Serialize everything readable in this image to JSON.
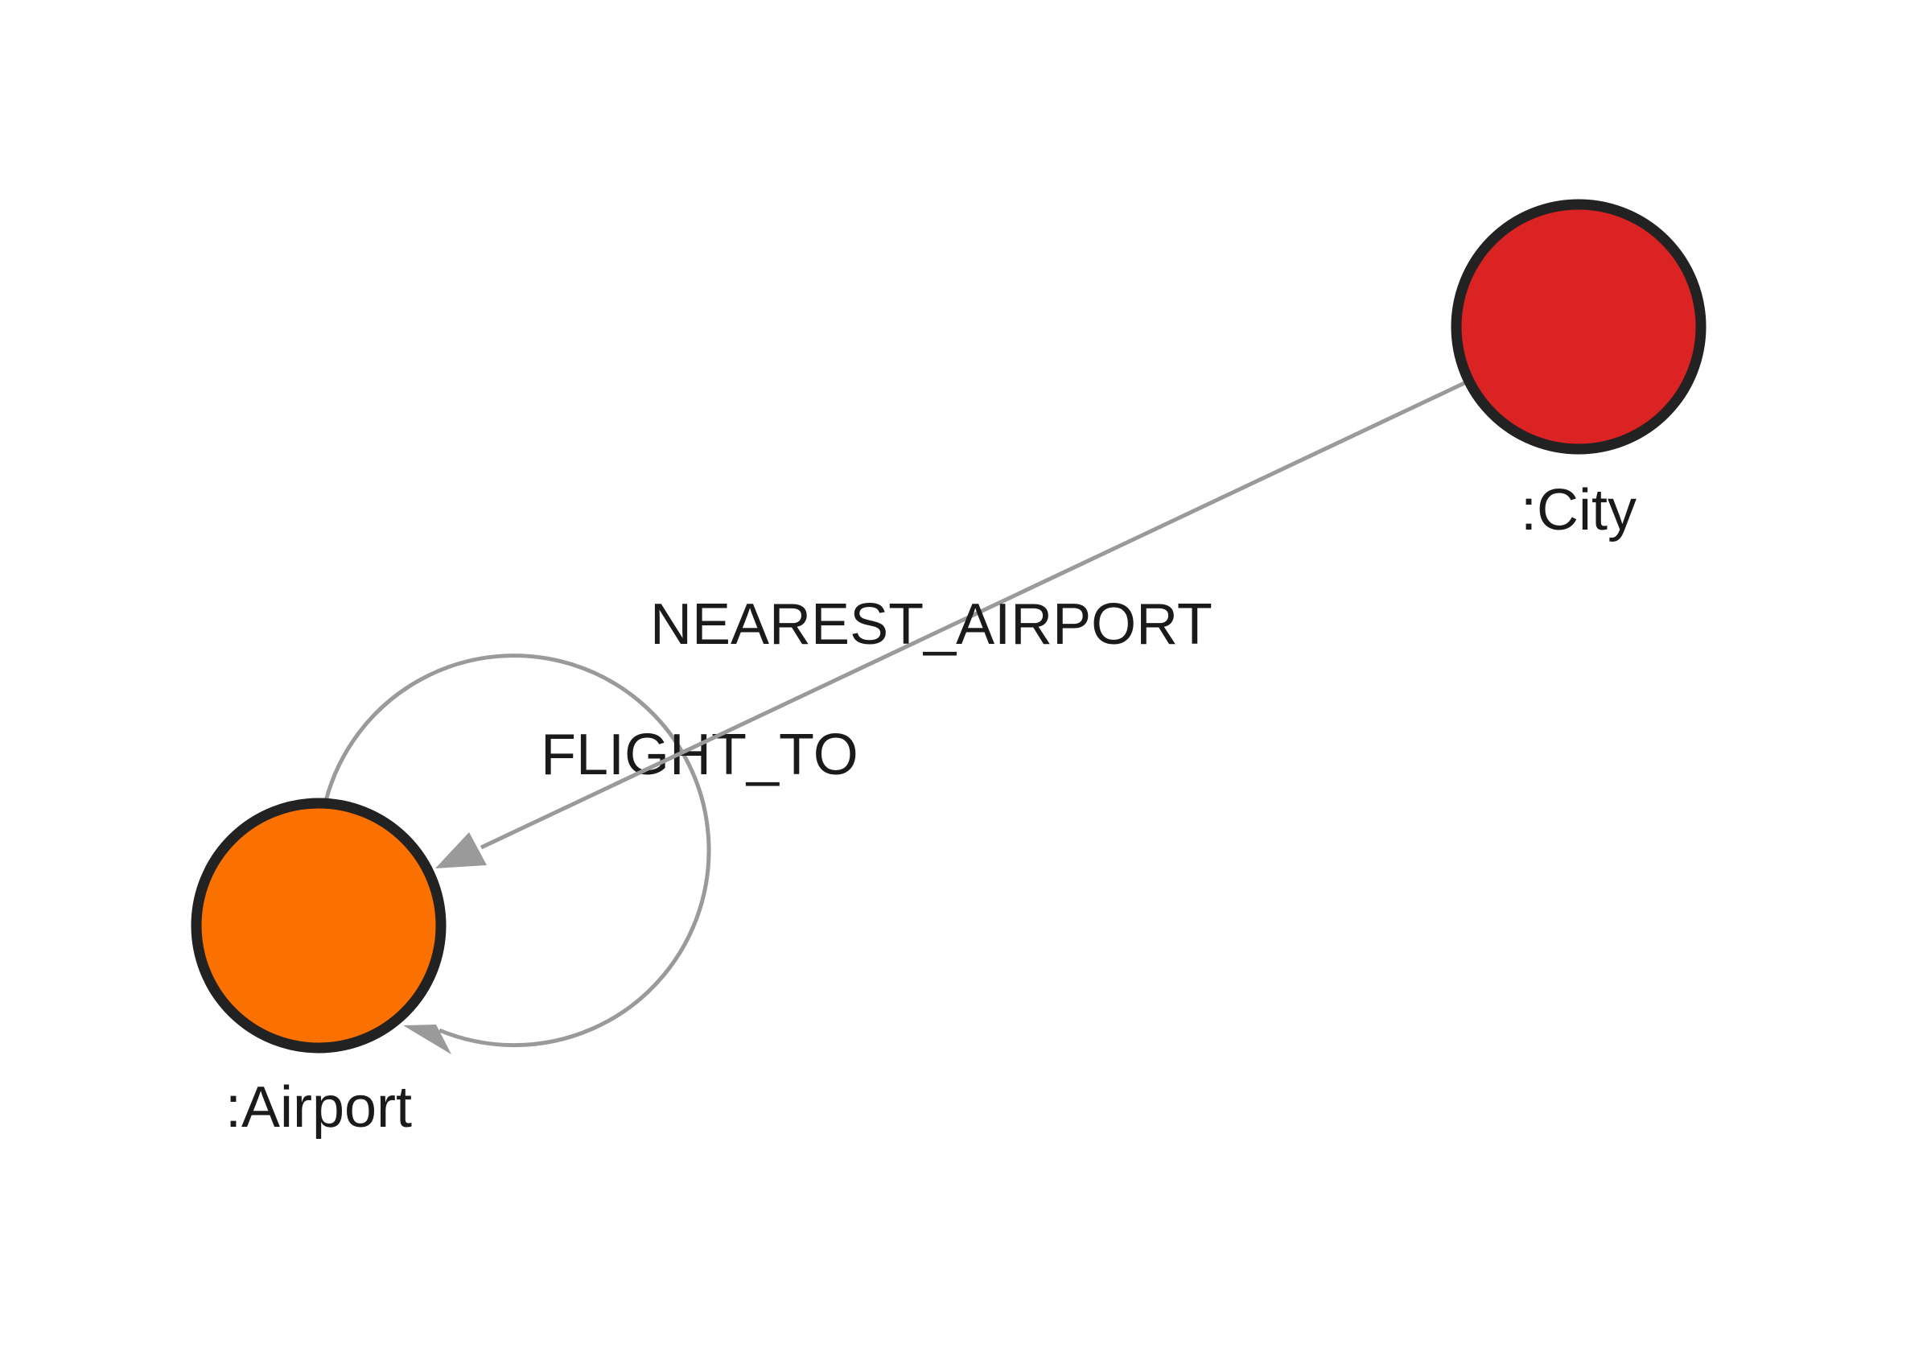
{
  "graph": {
    "colors": {
      "edge": "#9a9a9a",
      "node_border": "#222222",
      "label_text": "#1a1a1a"
    },
    "nodes": [
      {
        "id": "city",
        "label": ":City",
        "color": "#dc2323"
      },
      {
        "id": "airport",
        "label": ":Airport",
        "color": "#fb7100"
      }
    ],
    "edges": [
      {
        "id": "nearest-airport",
        "label": "NEAREST_AIRPORT",
        "from": "city",
        "to": "airport"
      },
      {
        "id": "flight-to",
        "label": "FLIGHT_TO",
        "from": "airport",
        "to": "airport"
      }
    ]
  }
}
